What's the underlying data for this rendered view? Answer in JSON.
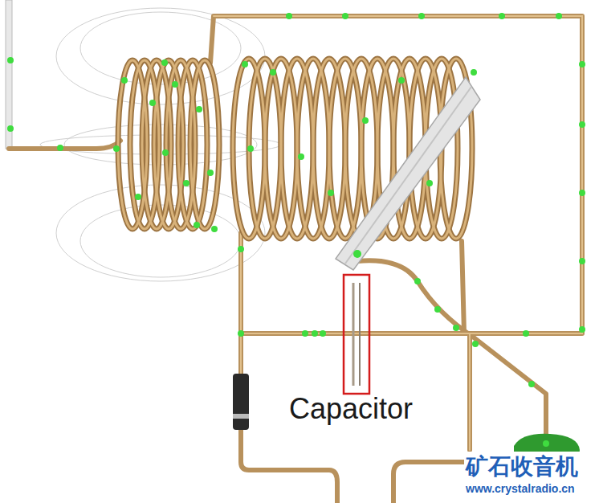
{
  "diagram": {
    "labels": [
      "Capacitor",
      "矿石收音机",
      "www.crystalradio.cn"
    ]
  }
}
